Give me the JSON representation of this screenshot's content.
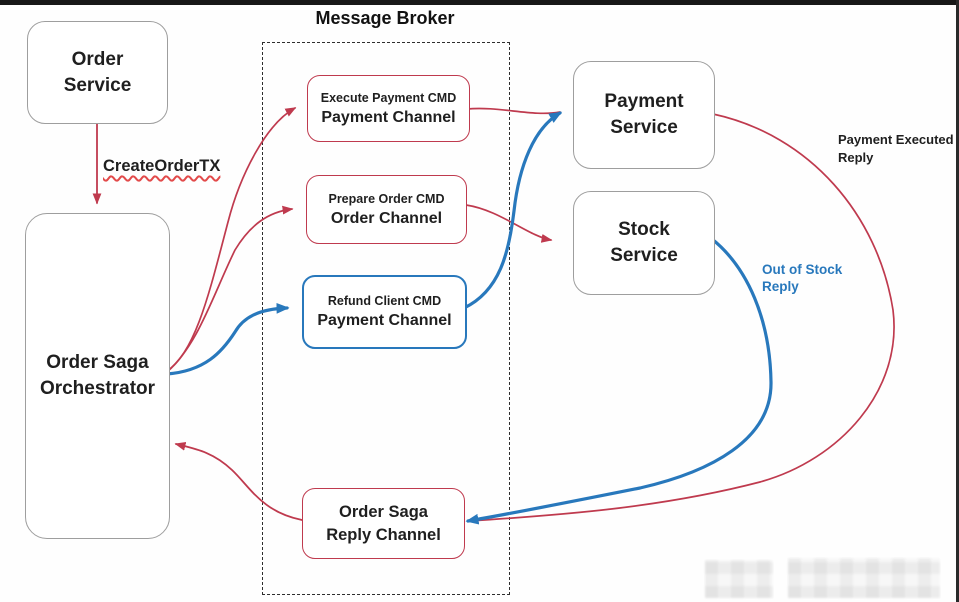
{
  "diagram": {
    "broker_title": "Message Broker",
    "colors": {
      "red": "#bf3a4e",
      "blue": "#2878bc",
      "node_border": "#9e9e9e",
      "text": "#1f1f1f"
    },
    "nodes": {
      "order_service": {
        "line1": "Order",
        "line2": "Service"
      },
      "orchestrator": {
        "line1": "Order Saga",
        "line2": "Orchestrator"
      },
      "payment_service": {
        "line1": "Payment",
        "line2": "Service"
      },
      "stock_service": {
        "line1": "Stock",
        "line2": "Service"
      }
    },
    "channels": {
      "execute": {
        "line1": "Execute Payment CMD",
        "line2": "Payment Channel"
      },
      "prepare": {
        "line1": "Prepare Order CMD",
        "line2": "Order Channel"
      },
      "refund": {
        "line1": "Refund Client CMD",
        "line2": "Payment Channel"
      },
      "reply": {
        "line1": "Order Saga",
        "line2": "Reply Channel"
      }
    },
    "edge_labels": {
      "create_order_tx": "CreateOrderTX",
      "payment_executed_line1": "Payment Executed",
      "payment_executed_line2": "Reply",
      "out_of_stock_line1": "Out of Stock",
      "out_of_stock_line2": "Reply"
    }
  }
}
